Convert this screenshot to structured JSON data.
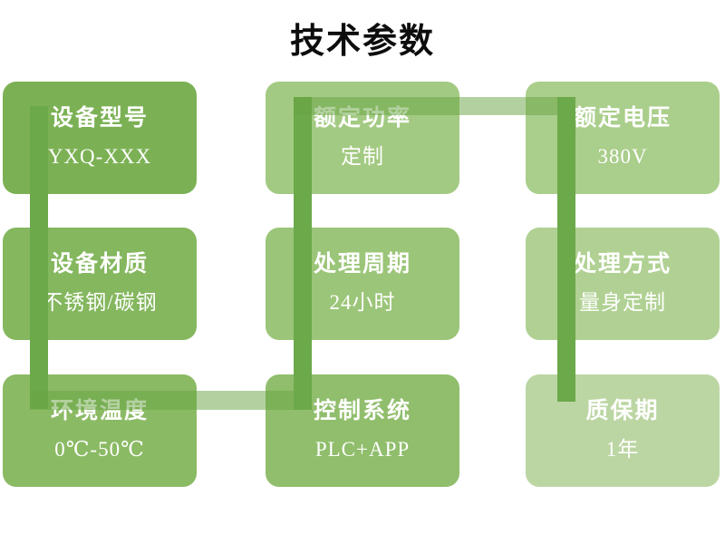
{
  "slide": {
    "title": "技术参数",
    "background": "#ffffff",
    "title_color": "#0d0d0d"
  },
  "connector": {
    "vertical_color": "#6CA94A",
    "horizontal_color": "rgba(104,164,66,0.5)"
  },
  "boxes": [
    {
      "id": "device-model",
      "label": "设备型号",
      "value": "YXQ-XXX",
      "color": "#7BB154"
    },
    {
      "id": "rated-power",
      "label": "额定功率",
      "value": "定制",
      "color": "#A3CA82"
    },
    {
      "id": "rated-voltage",
      "label": "额定电压",
      "value": "380V",
      "color": "#AACE8B"
    },
    {
      "id": "device-material",
      "label": "设备材质",
      "value": "不锈钢/碳钢",
      "color": "#84B75E"
    },
    {
      "id": "processing-cycle",
      "label": "处理周期",
      "value": "24小时",
      "color": "#9BC578"
    },
    {
      "id": "processing-method",
      "label": "处理方式",
      "value": "量身定制",
      "color": "#B0D193"
    },
    {
      "id": "ambient-temperature",
      "label": "环境温度",
      "value": "0℃-50℃",
      "color": "#8BBA64"
    },
    {
      "id": "control-system",
      "label": "控制系统",
      "value": "PLC+APP",
      "color": "#90BE6C"
    },
    {
      "id": "warranty-period",
      "label": "质保期",
      "value": "1年",
      "color": "#BCD6A3"
    }
  ]
}
